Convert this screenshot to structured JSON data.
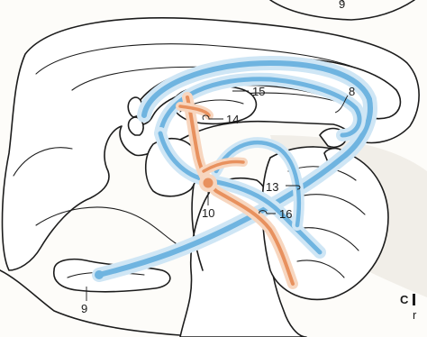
{
  "colors": {
    "tract_blue": "#6fb4e0",
    "tract_blue_glow": "#cfe6f5",
    "tract_orange": "#e8915e",
    "tract_orange_glow": "#f7d6bf",
    "outline": "#1c1c1c",
    "shade": "#ebe8e2"
  },
  "labels": {
    "top_cut": "9",
    "l8": "8",
    "l15": "15",
    "l14": "14",
    "l13": "13",
    "l16": "16",
    "l10": "10",
    "l9": "9"
  },
  "caption": {
    "letter": "C",
    "fragment": "r"
  }
}
